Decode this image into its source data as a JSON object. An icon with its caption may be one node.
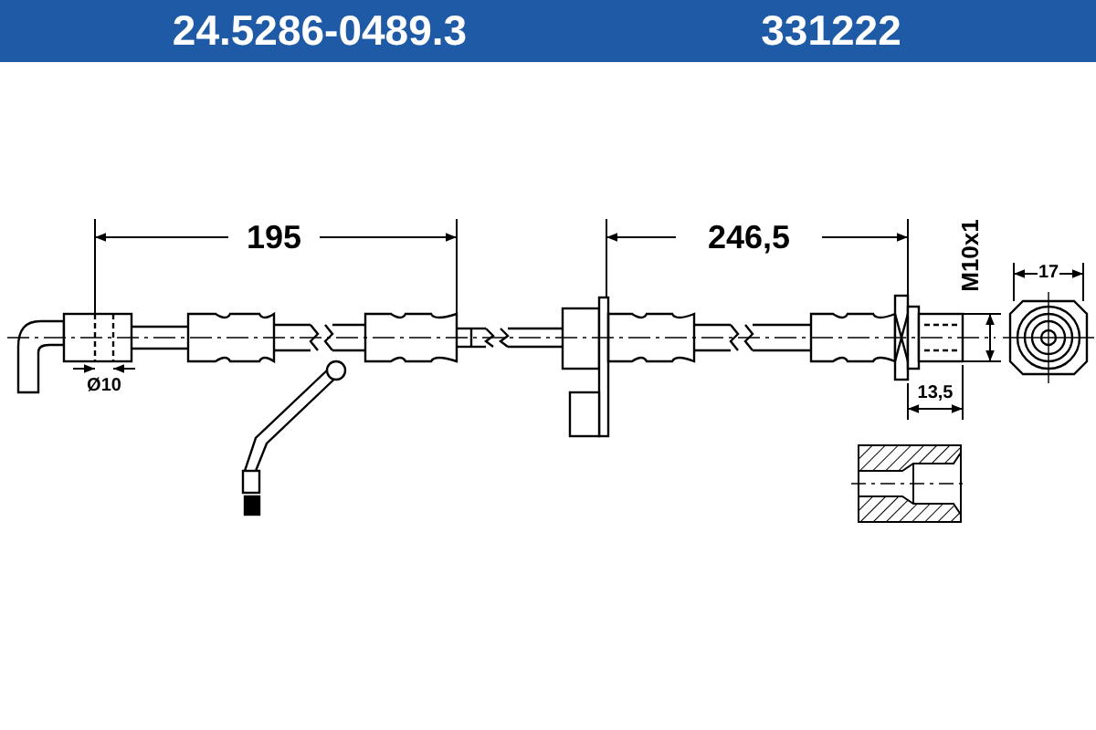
{
  "diagram": {
    "labels": [
      "24.5286-0489.3",
      "331222",
      "195",
      "246,5",
      "Ø10",
      "M10x1",
      "17",
      "13,5"
    ]
  }
}
